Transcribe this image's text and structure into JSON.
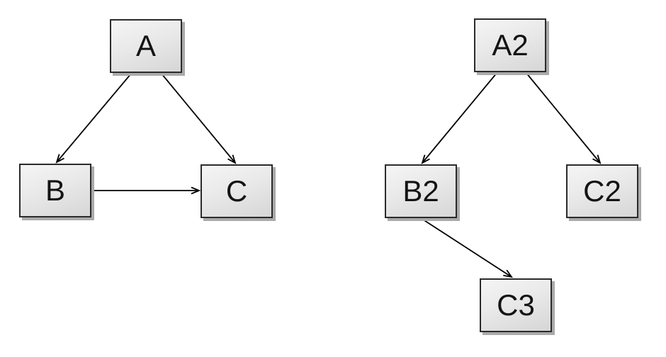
{
  "diagram": {
    "background_color": "#ffffff",
    "style": {
      "node_fill_top": "#f5f5f5",
      "node_fill_bottom": "#d6d6d6",
      "node_border_color": "#2b2b2b",
      "node_shadow_color": "#aaaaaa",
      "node_text_color": "#141414",
      "edge_color": "#000000"
    },
    "nodes": [
      {
        "id": "A",
        "label": "A"
      },
      {
        "id": "B",
        "label": "B"
      },
      {
        "id": "C",
        "label": "C"
      },
      {
        "id": "A2",
        "label": "A2"
      },
      {
        "id": "B2",
        "label": "B2"
      },
      {
        "id": "C2",
        "label": "C2"
      },
      {
        "id": "C3",
        "label": "C3"
      }
    ],
    "edges": [
      {
        "from": "A",
        "to": "B"
      },
      {
        "from": "A",
        "to": "C"
      },
      {
        "from": "B",
        "to": "C"
      },
      {
        "from": "A2",
        "to": "B2"
      },
      {
        "from": "A2",
        "to": "C2"
      },
      {
        "from": "B2",
        "to": "C3"
      }
    ]
  }
}
